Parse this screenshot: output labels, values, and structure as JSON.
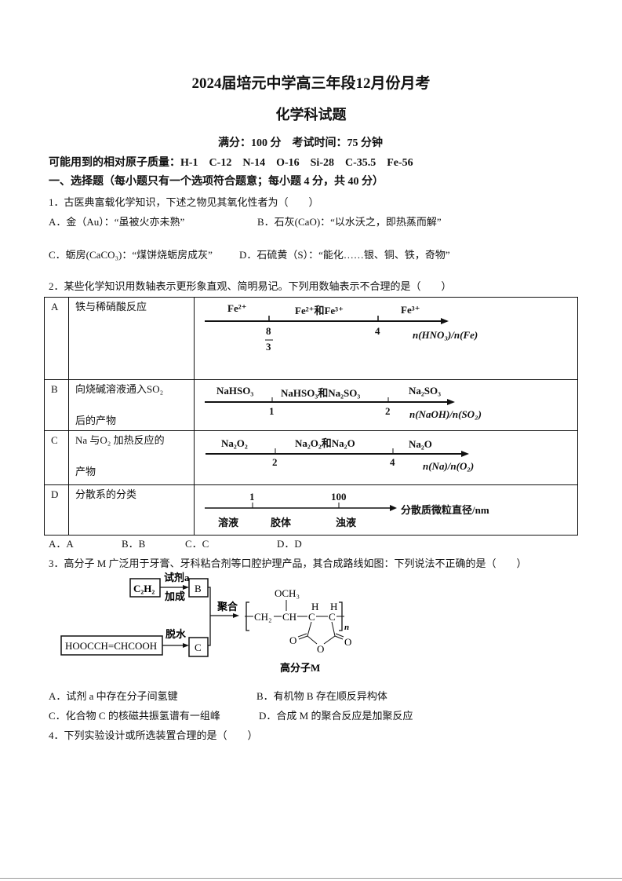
{
  "header": {
    "title": "2024届培元中学高三年段12月份月考",
    "subtitle": "化学科试题",
    "score_line": "满分：100 分　考试时间：75 分钟",
    "atomic_mass": "可能用到的相对原子质量：H-1　C-12　N-14　O-16　Si-28　C-35.5　Fe-56"
  },
  "section1": {
    "heading": "一、选择题（每小题只有一个选项符合题意；每小题 4 分，共 40 分）"
  },
  "q1": {
    "stem": "1．古医典富载化学知识，下述之物见其氧化性者为（　　）",
    "A": "A．金（Au）：“虽被火亦未熟”",
    "B": "B．石灰(CaO)：“以水沃之，即热蒸而解”",
    "C": "C．蛎房(CaCO₃)：“煤饼烧蛎房成灰”",
    "D": "D．石硫黄（S）：“能化……银、铜、铁，奇物”"
  },
  "q2": {
    "stem": "2．某些化学知识用数轴表示更形象直观、简明易记。下列用数轴表示不合理的是（　　）",
    "rows": [
      {
        "letter": "A",
        "desc": "铁与稀硝酸反应",
        "labels": [
          "Fe²⁺",
          "Fe²⁺和Fe³⁺",
          "Fe³⁺"
        ],
        "ticks": [
          "8",
          "3",
          "4"
        ],
        "axis": "n(HNO₃)/n(Fe)"
      },
      {
        "letter": "B",
        "desc1": "向烧碱溶液通入SO₂",
        "desc2": "后的产物",
        "labels": [
          "NaHSO₃",
          "NaHSO₃和Na₂SO₃",
          "Na₂SO₃"
        ],
        "ticks": [
          "1",
          "2"
        ],
        "axis": "n(NaOH)/n(SO₂)"
      },
      {
        "letter": "C",
        "desc1": "Na 与O₂ 加热反应的",
        "desc2": "产物",
        "labels": [
          "Na₂O₂",
          "Na₂O₂和Na₂O",
          "Na₂O"
        ],
        "ticks": [
          "2",
          "4"
        ],
        "axis": "n(Na)/n(O₂)"
      },
      {
        "letter": "D",
        "desc": "分散系的分类",
        "labels": [
          "溶液",
          "胶体",
          "浊液"
        ],
        "ticks": [
          "1",
          "100"
        ],
        "axis": "分散质微粒直径/nm"
      }
    ],
    "options": [
      "A．A",
      "B．B",
      "C．C",
      "D．D"
    ]
  },
  "q3": {
    "stem": "3．高分子 M 广泛用于牙膏、牙科粘合剂等口腔护理产品，其合成路线如图：下列说法不正确的是（　　）",
    "diagram": {
      "c2h2": "C₂H₂",
      "reagent": "试剂a",
      "addition": "加成",
      "b": "B",
      "maleic": "HOOCCH=CHCOOH",
      "dehydrate": "脱水",
      "c": "C",
      "polymerize": "聚合",
      "och3": "OCH₃",
      "ch2": "CH₂",
      "ch": "CH",
      "cc": "C",
      "h": "H",
      "o": "O",
      "n": "n",
      "product": "高分子M"
    },
    "A": "A．试剂 a 中存在分子间氢键",
    "B": "B．有机物 B 存在顺反异构体",
    "C": "C．化合物 C 的核磁共振氢谱有一组峰",
    "D": "D．合成 M 的聚合反应是加聚反应"
  },
  "q4": {
    "stem": "4．下列实验设计或所选装置合理的是（　　）"
  }
}
